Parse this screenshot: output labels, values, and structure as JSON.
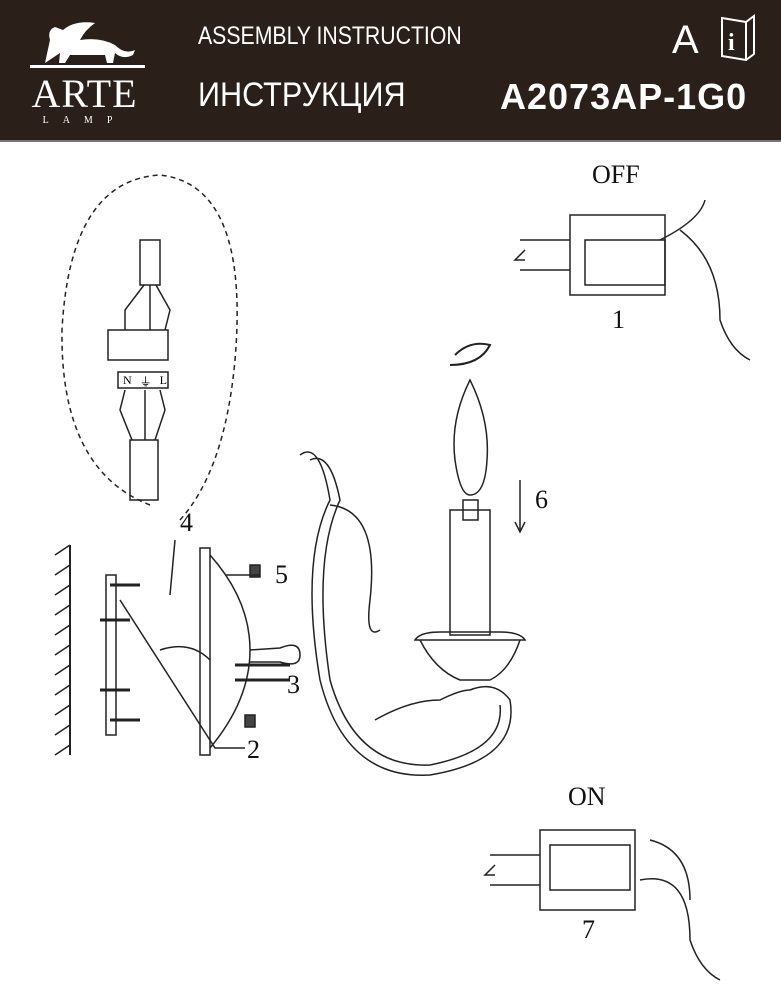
{
  "header": {
    "brand": "ARTE",
    "brand_sub": "LAMP",
    "title_en": "ASSEMBLY INSTRUCTION",
    "title_ru": "ИНСТРУКЦИЯ",
    "lang_mark": "A",
    "model": "A2073AP-1G0"
  },
  "steps": {
    "off_label": "OFF",
    "on_label": "ON",
    "s1": "1",
    "s2": "2",
    "s3": "3",
    "s4": "4",
    "s5": "5",
    "s6": "6",
    "s7": "7"
  },
  "terminal": {
    "n": "N",
    "l": "L"
  }
}
